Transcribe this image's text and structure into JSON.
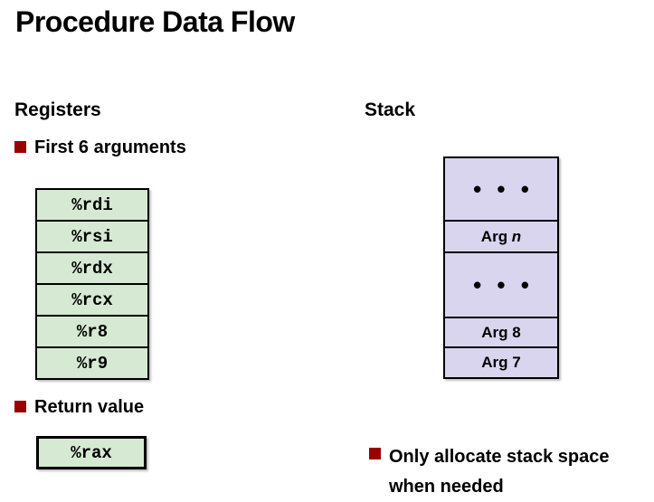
{
  "title": "Procedure Data Flow",
  "colors": {
    "register_fill": "#d6e9d3",
    "stack_fill": "#d9d5ee",
    "bullet_red": "#990000",
    "border": "#000000",
    "background": "#ffffff"
  },
  "registers": {
    "heading": "Registers",
    "first_args_label": "First 6 arguments",
    "items": [
      "%rdi",
      "%rsi",
      "%rdx",
      "%rcx",
      "%r8",
      "%r9"
    ],
    "return_label": "Return value",
    "return_register": "%rax"
  },
  "stack": {
    "heading": "Stack",
    "rows": [
      {
        "kind": "dots",
        "text": "• • •"
      },
      {
        "kind": "arg",
        "prefix": "Arg ",
        "italic": "n"
      },
      {
        "kind": "dots",
        "text": "• • •"
      },
      {
        "kind": "arg",
        "text": "Arg 8"
      },
      {
        "kind": "arg",
        "text": "Arg 7"
      }
    ],
    "note_line1": "Only allocate stack space",
    "note_line2": "when needed"
  }
}
